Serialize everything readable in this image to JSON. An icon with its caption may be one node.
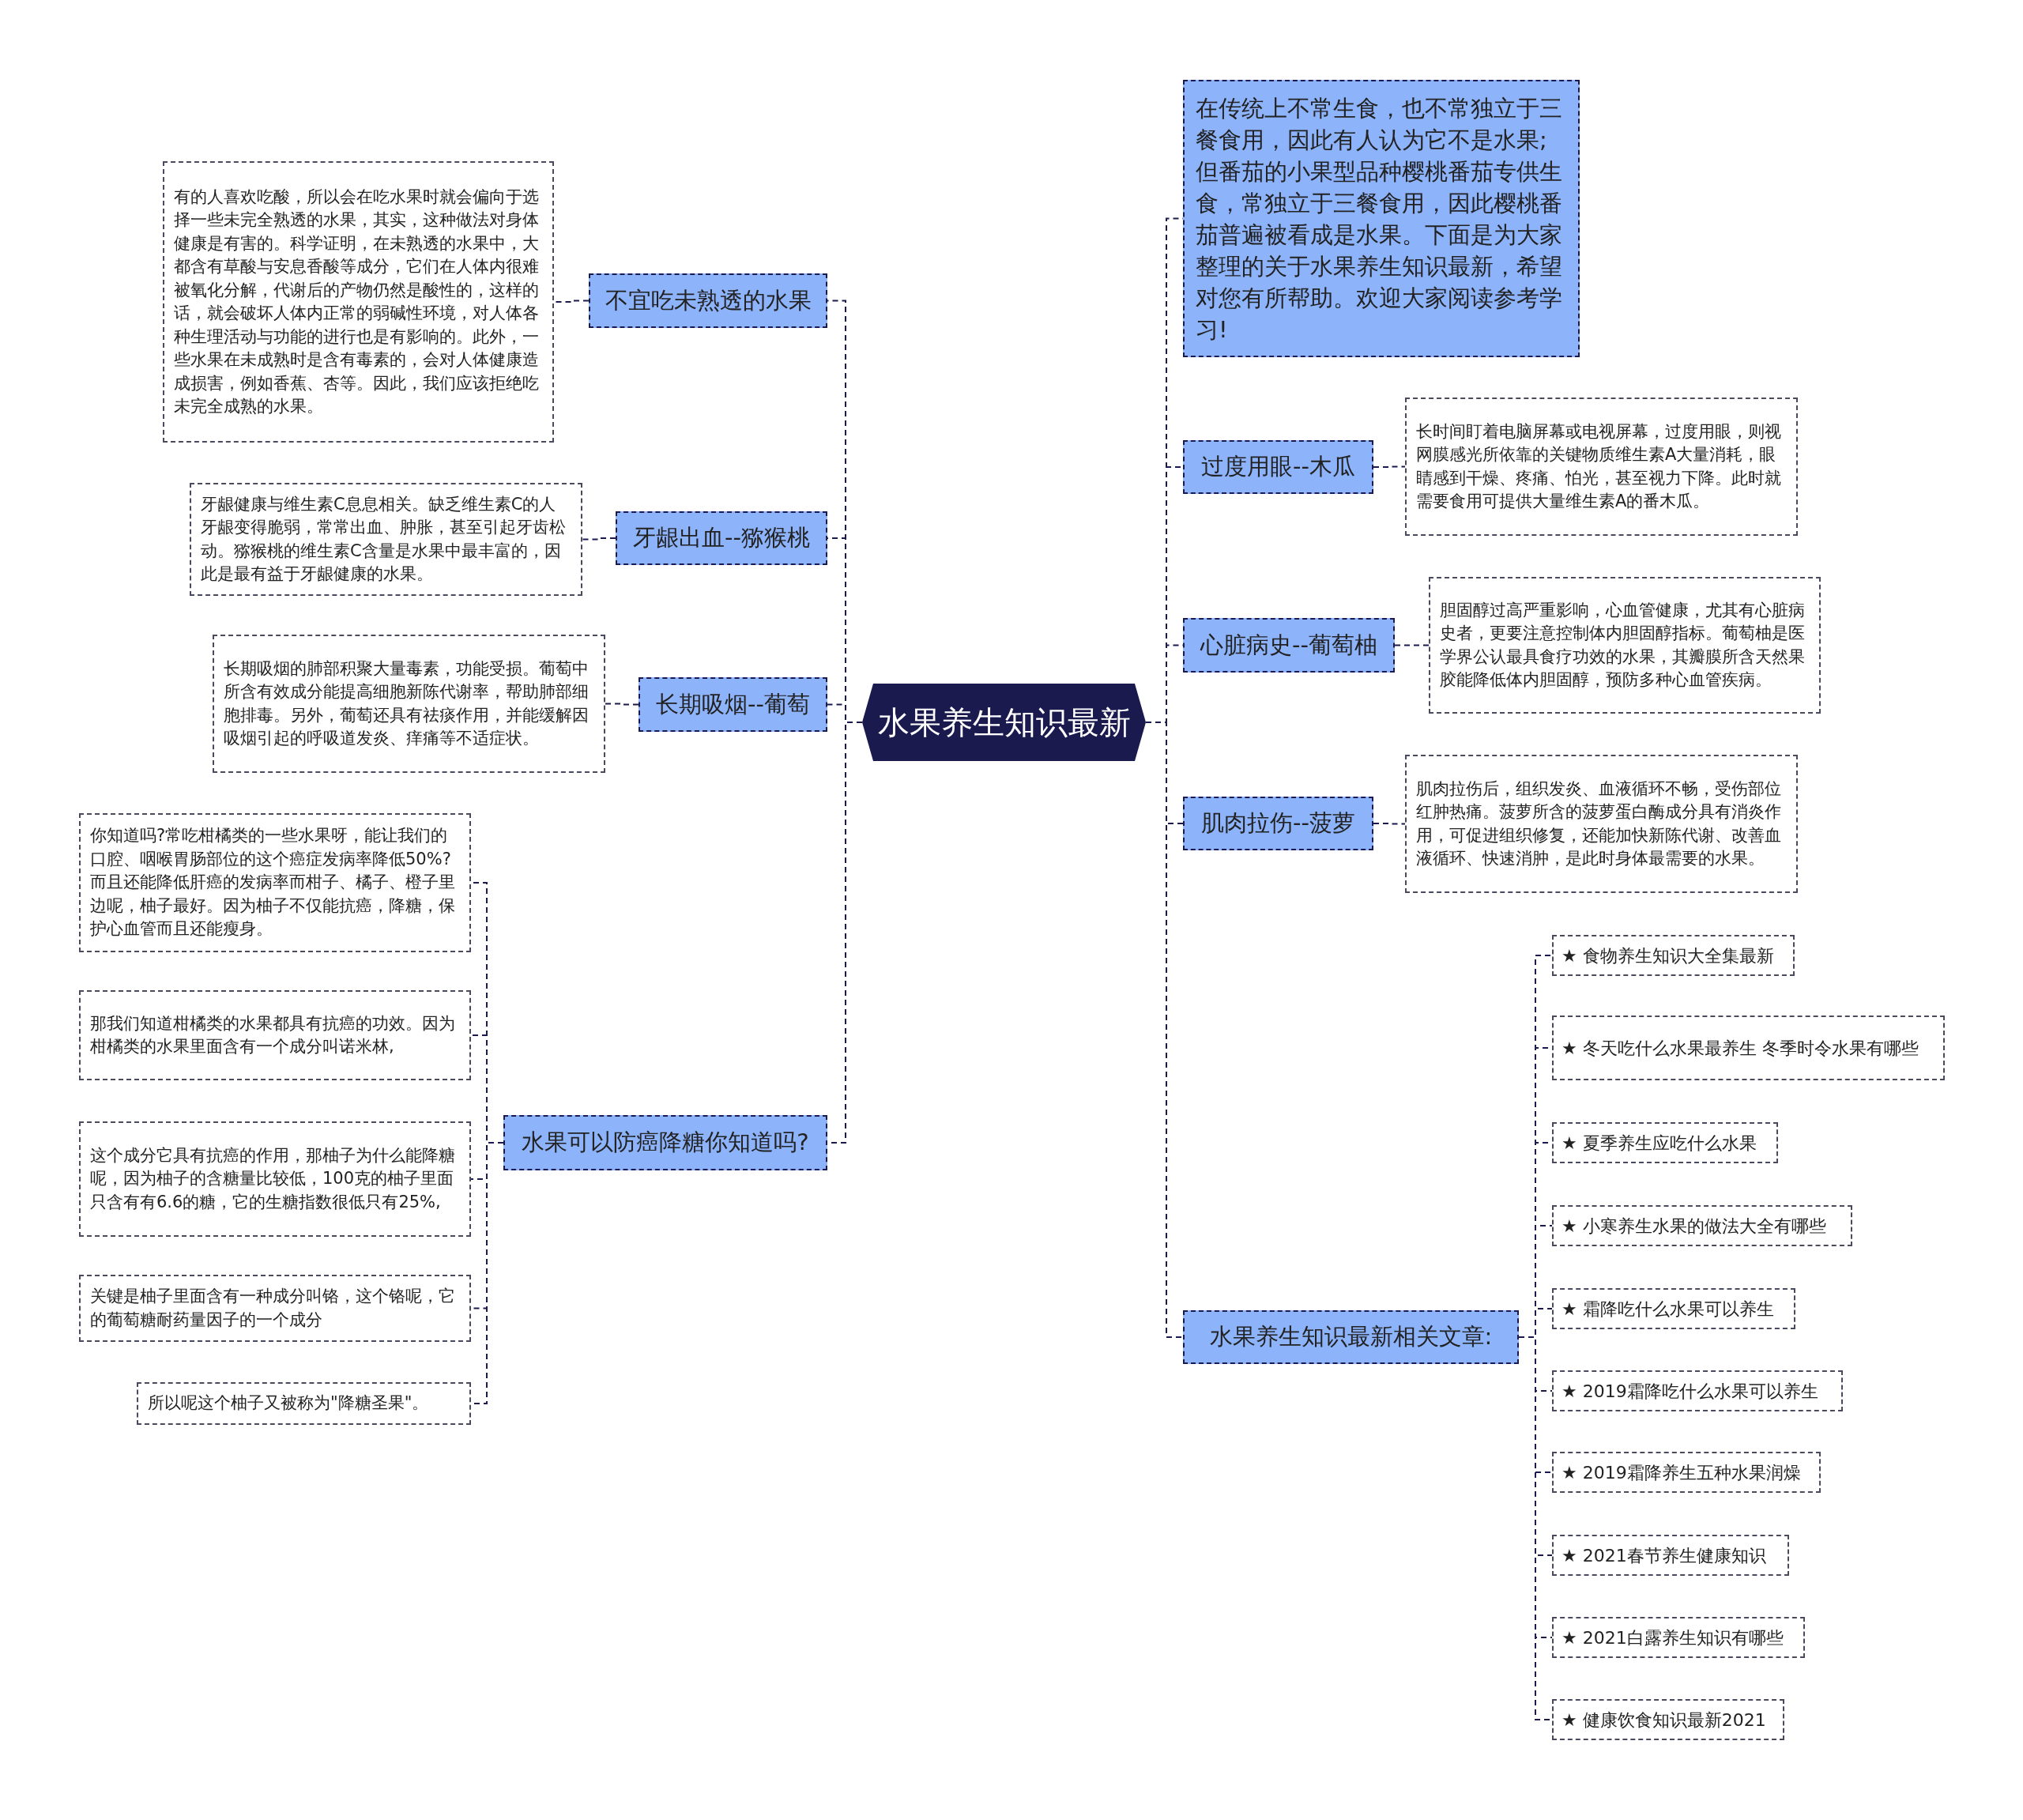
{
  "diagram": {
    "nodes": [
      {
        "text": [
          "水果养生知识最新"
        ]
      },
      {
        "text": [
          "不宜吃未熟透的水果"
        ]
      },
      {
        "text": [
          "有的人喜欢吃酸，所以会在吃水果时就会偏向于选择一些未完全熟透的水果，其实，这种做法对身体健康是有害的。科学证明，在未熟透的水果中，大都含有草酸与安息香酸等成分，它们在人体内很难被氧化分解，代谢后的产物仍然是酸性的，这样的话，就会破坏人体内正常的弱碱性环境，对人体各种生理活动与功能的进行也是有影响的。此外，一些水果在未成熟时是含有毒素的，会对人体健康造成损害，例如香蕉、杏等。因此，我们应该拒绝吃未完全成熟的水果。"
        ]
      },
      {
        "text": [
          "牙龈出血--猕猴桃"
        ]
      },
      {
        "text": [
          "牙龈健康与维生素C息息相关。缺乏维生素C的人牙龈变得脆弱，常常出血、肿胀，甚至引起牙齿松动。猕猴桃的维生素C含量是水果中最丰富的，因此是最有益于牙龈健康的水果。"
        ]
      },
      {
        "text": [
          "长期吸烟--葡萄"
        ]
      },
      {
        "text": [
          "长期吸烟的肺部积聚大量毒素，功能受损。葡萄中所含有效成分能提高细胞新陈代谢率，帮助肺部细胞排毒。另外，葡萄还具有祛痰作用，并能缓解因吸烟引起的呼吸道发炎、痒痛等不适症状。"
        ]
      },
      {
        "text": [
          "水果可以防癌降糖你知道吗?"
        ]
      },
      {
        "text": [
          "你知道吗?常吃柑橘类的一些水果呀，能让我们的口腔、咽喉胃肠部位的这个癌症发病率降低50%?而且还能降低肝癌的发病率而柑子、橘子、橙子里边呢，柚子最好。因为柚子不仅能抗癌，降糖，保护心血管而且还能瘦身。"
        ]
      },
      {
        "text": [
          "那我们知道柑橘类的水果都具有抗癌的功效。因为柑橘类的水果里面含有一个成分叫诺米林,"
        ]
      },
      {
        "text": [
          "这个成分它具有抗癌的作用，那柚子为什么能降糖呢，因为柚子的含糖量比较低，100克的柚子里面只含有有6.6的糖，它的生糖指数很低只有25%,"
        ]
      },
      {
        "text": [
          "关键是柚子里面含有一种成分叫铬，这个铬呢，它的葡萄糖耐药量因子的一个成分"
        ]
      },
      {
        "text": [
          "所以呢这个柚子又被称为\"降糖圣果\"。"
        ]
      },
      {
        "text": [
          "在传统上不常生食，也不常独立于三餐食用，因此有人认为它不是水果;但番茄的小果型品种樱桃番茄专供生食，常独立于三餐食用，因此樱桃番茄普遍被看成是水果。下面是为大家整理的关于水果养生知识最新，希望对您有所帮助。欢迎大家阅读参考学习!"
        ]
      },
      {
        "text": [
          "过度用眼--木瓜"
        ]
      },
      {
        "text": [
          "长时间盯着电脑屏幕或电视屏幕，过度用眼，则视网膜感光所依靠的关键物质维生素A大量消耗，眼睛感到干燥、疼痛、怕光，甚至视力下降。此时就需要食用可提供大量维生素A的番木瓜。"
        ]
      },
      {
        "text": [
          "心脏病史--葡萄柚"
        ]
      },
      {
        "text": [
          "胆固醇过高严重影响，心血管健康，尤其有心脏病史者，更要注意控制体内胆固醇指标。葡萄柚是医学界公认最具食疗功效的水果，其瓣膜所含天然果胶能降低体内胆固醇，预防多种心血管疾病。"
        ]
      },
      {
        "text": [
          "肌肉拉伤--菠萝"
        ]
      },
      {
        "text": [
          "肌肉拉伤后，组织发炎、血液循环不畅，受伤部位红肿热痛。菠萝所含的菠萝蛋白酶成分具有消炎作用，可促进组织修复，还能加快新陈代谢、改善血液循环、快速消肿，是此时身体最需要的水果。"
        ]
      },
      {
        "text": [
          "水果养生知识最新相关文章:"
        ]
      },
      {
        "text": [
          "★ 食物养生知识大全集最新"
        ]
      },
      {
        "text": [
          "★ 冬天吃什么水果最养生 冬季时令水果有哪些"
        ]
      },
      {
        "text": [
          "★ 夏季养生应吃什么水果"
        ]
      },
      {
        "text": [
          "★ 小寒养生水果的做法大全有哪些"
        ]
      },
      {
        "text": [
          "★ 霜降吃什么水果可以养生"
        ]
      },
      {
        "text": [
          "★ 2019霜降吃什么水果可以养生"
        ]
      },
      {
        "text": [
          "★ 2019霜降养生五种水果润燥"
        ]
      },
      {
        "text": [
          "★ 2021春节养生健康知识"
        ]
      },
      {
        "text": [
          "★ 2021白露养生知识有哪些"
        ]
      },
      {
        "text": [
          "★ 健康饮食知识最新2021"
        ]
      }
    ],
    "edges": [
      {
        "from": 0,
        "to": 1,
        "arrow": "none"
      },
      {
        "from": 1,
        "to": 2,
        "arrow": "none"
      },
      {
        "from": 0,
        "to": 3,
        "arrow": "none"
      },
      {
        "from": 3,
        "to": 4,
        "arrow": "none"
      },
      {
        "from": 0,
        "to": 5,
        "arrow": "none"
      },
      {
        "from": 5,
        "to": 6,
        "arrow": "none"
      },
      {
        "from": 0,
        "to": 7,
        "arrow": "none"
      },
      {
        "from": 7,
        "to": 8,
        "arrow": "none"
      },
      {
        "from": 7,
        "to": 9,
        "arrow": "none"
      },
      {
        "from": 7,
        "to": 10,
        "arrow": "none"
      },
      {
        "from": 7,
        "to": 11,
        "arrow": "none"
      },
      {
        "from": 7,
        "to": 12,
        "arrow": "none"
      },
      {
        "from": 0,
        "to": 13,
        "arrow": "none"
      },
      {
        "from": 0,
        "to": 14,
        "arrow": "none"
      },
      {
        "from": 14,
        "to": 15,
        "arrow": "none"
      },
      {
        "from": 0,
        "to": 16,
        "arrow": "none"
      },
      {
        "from": 16,
        "to": 17,
        "arrow": "none"
      },
      {
        "from": 0,
        "to": 18,
        "arrow": "none"
      },
      {
        "from": 18,
        "to": 19,
        "arrow": "none"
      },
      {
        "from": 0,
        "to": 20,
        "arrow": "none"
      },
      {
        "from": 20,
        "to": 21,
        "arrow": "none"
      },
      {
        "from": 20,
        "to": 22,
        "arrow": "none"
      },
      {
        "from": 20,
        "to": 23,
        "arrow": "none"
      },
      {
        "from": 20,
        "to": 24,
        "arrow": "none"
      },
      {
        "from": 20,
        "to": 25,
        "arrow": "none"
      },
      {
        "from": 20,
        "to": 26,
        "arrow": "none"
      },
      {
        "from": 20,
        "to": 27,
        "arrow": "none"
      },
      {
        "from": 20,
        "to": 28,
        "arrow": "none"
      },
      {
        "from": 20,
        "to": 29,
        "arrow": "none"
      },
      {
        "from": 20,
        "to": 30,
        "arrow": "none"
      }
    ]
  }
}
